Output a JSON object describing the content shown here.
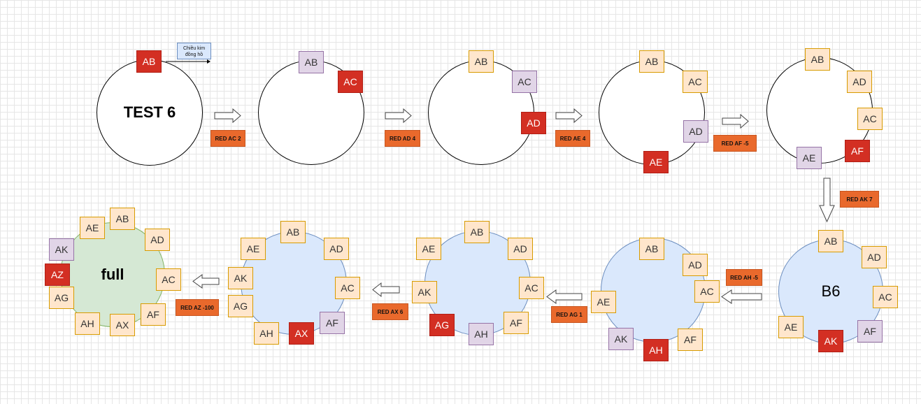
{
  "clock_note": {
    "line1": "Chiều kim",
    "line2": "đồng hồ"
  },
  "circles": [
    {
      "title": "TEST 6",
      "fill": "white"
    },
    {
      "title": "",
      "fill": "white"
    },
    {
      "title": "",
      "fill": "white"
    },
    {
      "title": "",
      "fill": "white"
    },
    {
      "title": "",
      "fill": "white"
    },
    {
      "title": "B6",
      "fill": "blue"
    },
    {
      "title": "",
      "fill": "blue"
    },
    {
      "title": "",
      "fill": "blue"
    },
    {
      "title": "",
      "fill": "blue"
    },
    {
      "title": "full",
      "fill": "green"
    }
  ],
  "steps": [
    {
      "label": "RED AC 2"
    },
    {
      "label": "RED AD 4"
    },
    {
      "label": "RED AE 4"
    },
    {
      "label": "RED AF -5"
    },
    {
      "label": "RED AK 7"
    },
    {
      "label": "RED AH -5"
    },
    {
      "label": "RED AG 1"
    },
    {
      "label": "RED AX 6"
    },
    {
      "label": "RED AZ -100"
    }
  ],
  "nodes": [
    [
      {
        "text": "AB",
        "color": "red"
      }
    ],
    [
      {
        "text": "AB",
        "color": "lavender"
      },
      {
        "text": "AC",
        "color": "red"
      }
    ],
    [
      {
        "text": "AB",
        "color": "peach"
      },
      {
        "text": "AC",
        "color": "lavender"
      },
      {
        "text": "AD",
        "color": "red"
      }
    ],
    [
      {
        "text": "AB",
        "color": "peach"
      },
      {
        "text": "AC",
        "color": "peach"
      },
      {
        "text": "AD",
        "color": "lavender"
      },
      {
        "text": "AE",
        "color": "red"
      }
    ],
    [
      {
        "text": "AB",
        "color": "peach"
      },
      {
        "text": "AD",
        "color": "peach"
      },
      {
        "text": "AC",
        "color": "peach"
      },
      {
        "text": "AF",
        "color": "red"
      },
      {
        "text": "AE",
        "color": "lavender"
      }
    ],
    [
      {
        "text": "AB",
        "color": "peach"
      },
      {
        "text": "AD",
        "color": "peach"
      },
      {
        "text": "AC",
        "color": "peach"
      },
      {
        "text": "AF",
        "color": "lavender"
      },
      {
        "text": "AK",
        "color": "red"
      },
      {
        "text": "AE",
        "color": "peach"
      }
    ],
    [
      {
        "text": "AB",
        "color": "peach"
      },
      {
        "text": "AD",
        "color": "peach"
      },
      {
        "text": "AC",
        "color": "peach"
      },
      {
        "text": "AF",
        "color": "peach"
      },
      {
        "text": "AH",
        "color": "red"
      },
      {
        "text": "AK",
        "color": "lavender"
      },
      {
        "text": "AE",
        "color": "peach"
      }
    ],
    [
      {
        "text": "AB",
        "color": "peach"
      },
      {
        "text": "AD",
        "color": "peach"
      },
      {
        "text": "AC",
        "color": "peach"
      },
      {
        "text": "AF",
        "color": "peach"
      },
      {
        "text": "AH",
        "color": "lavender"
      },
      {
        "text": "AG",
        "color": "red"
      },
      {
        "text": "AK",
        "color": "peach"
      },
      {
        "text": "AE",
        "color": "peach"
      }
    ],
    [
      {
        "text": "AB",
        "color": "peach"
      },
      {
        "text": "AD",
        "color": "peach"
      },
      {
        "text": "AC",
        "color": "peach"
      },
      {
        "text": "AF",
        "color": "lavender"
      },
      {
        "text": "AX",
        "color": "red"
      },
      {
        "text": "AH",
        "color": "peach"
      },
      {
        "text": "AG",
        "color": "peach"
      },
      {
        "text": "AK",
        "color": "peach"
      },
      {
        "text": "AE",
        "color": "peach"
      }
    ],
    [
      {
        "text": "AB",
        "color": "peach"
      },
      {
        "text": "AD",
        "color": "peach"
      },
      {
        "text": "AC",
        "color": "peach"
      },
      {
        "text": "AF",
        "color": "peach"
      },
      {
        "text": "AX",
        "color": "peach"
      },
      {
        "text": "AH",
        "color": "peach"
      },
      {
        "text": "AG",
        "color": "peach"
      },
      {
        "text": "AZ",
        "color": "red"
      },
      {
        "text": "AK",
        "color": "lavender"
      },
      {
        "text": "AE",
        "color": "peach"
      }
    ]
  ]
}
